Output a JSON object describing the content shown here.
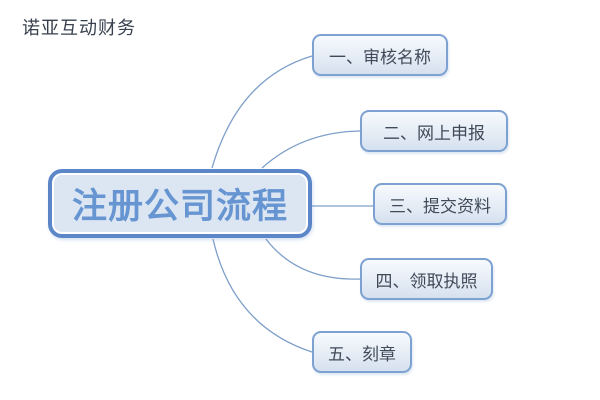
{
  "watermark": {
    "text": "诺亚互动财务"
  },
  "mindmap": {
    "root": {
      "label": "注册公司流程"
    },
    "branches": [
      {
        "label": "一、审核名称"
      },
      {
        "label": "二、网上申报"
      },
      {
        "label": "三、提交资料"
      },
      {
        "label": "四、领取执照"
      },
      {
        "label": "五、刻章"
      }
    ]
  },
  "colors": {
    "background": "#ffffff",
    "root_border": "#5b87c9",
    "root_fill": "#dce6f2",
    "root_text": "#6695d2",
    "branch_border": "#7da1d1",
    "branch_fill_top": "#f7fafd",
    "branch_fill_bottom": "#d6e1ef",
    "branch_text": "#404a59",
    "connector": "#7e9fc9",
    "watermark_text": "#39414f"
  }
}
